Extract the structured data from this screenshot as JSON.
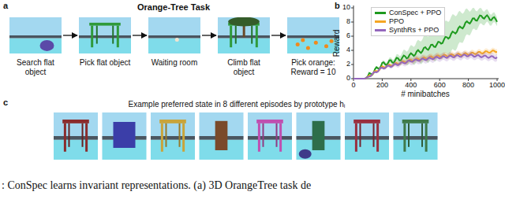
{
  "diagram": {
    "title": "Orange-Tree Task",
    "caption": ": ConSpec learns invariant representations. (a) 3D OrangeTree task de",
    "nodes": [
      {
        "text": [
          "Search flat object"
        ]
      },
      {
        "text": [
          "Pick flat object"
        ]
      },
      {
        "text": [
          "Waiting room"
        ]
      },
      {
        "text": [
          "Climb flat object"
        ]
      },
      {
        "text": [
          "Pick orange: Reward = 10"
        ]
      }
    ],
    "edges": [
      {
        "from": 0,
        "to": 1,
        "arrow": "to"
      },
      {
        "from": 1,
        "to": 2,
        "arrow": "to"
      },
      {
        "from": 2,
        "to": 3,
        "arrow": "to"
      },
      {
        "from": 3,
        "to": 4,
        "arrow": "to"
      }
    ],
    "labels": [
      "a",
      "b",
      "c",
      "Example preferred state in 8 different episodes by prototype hᵢ",
      "Reward",
      "# minibatches",
      "0",
      "2",
      "4",
      "6",
      "8",
      "10",
      "0",
      "200",
      "400",
      "600",
      "800",
      "1000"
    ],
    "legend": [
      {
        "text": "ConSpec + PPO",
        "color": "#1e9a1e"
      },
      {
        "text": "PPO",
        "color": "#f5a623"
      },
      {
        "text": "SynthRs + PPO",
        "color": "#9467bd"
      }
    ]
  }
}
